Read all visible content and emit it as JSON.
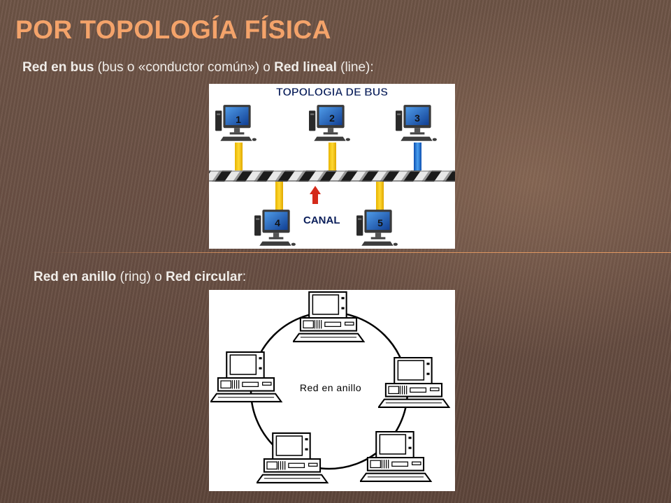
{
  "slide": {
    "title": "POR TOPOLOGÍA FÍSICA"
  },
  "bus_section": {
    "caption": {
      "bold1": "Red en bus",
      "text1": " (bus o «conductor común») o ",
      "bold2": "Red lineal",
      "text2": " (line):"
    },
    "figure": {
      "title": "TOPOLOGIA DE BUS",
      "canal_label": "CANAL",
      "node_labels": [
        "1",
        "2",
        "3",
        "4",
        "5"
      ],
      "colors": {
        "title": "#0a1e5a",
        "drop_line": "#f2c200",
        "highlight_line": "#1a6fd0",
        "arrow": "#d42a1a",
        "monitor_screen": "#1f5fb8"
      }
    }
  },
  "ring_section": {
    "caption": {
      "bold1": "Red en anillo",
      "text1": " (ring) o ",
      "bold2": "Red circular",
      "text2": ":"
    },
    "figure": {
      "center_label": "Red en anillo"
    }
  },
  "colors": {
    "title": "#f4a36a",
    "caption": "#f0ede9",
    "accent_line": "#f0a064"
  }
}
